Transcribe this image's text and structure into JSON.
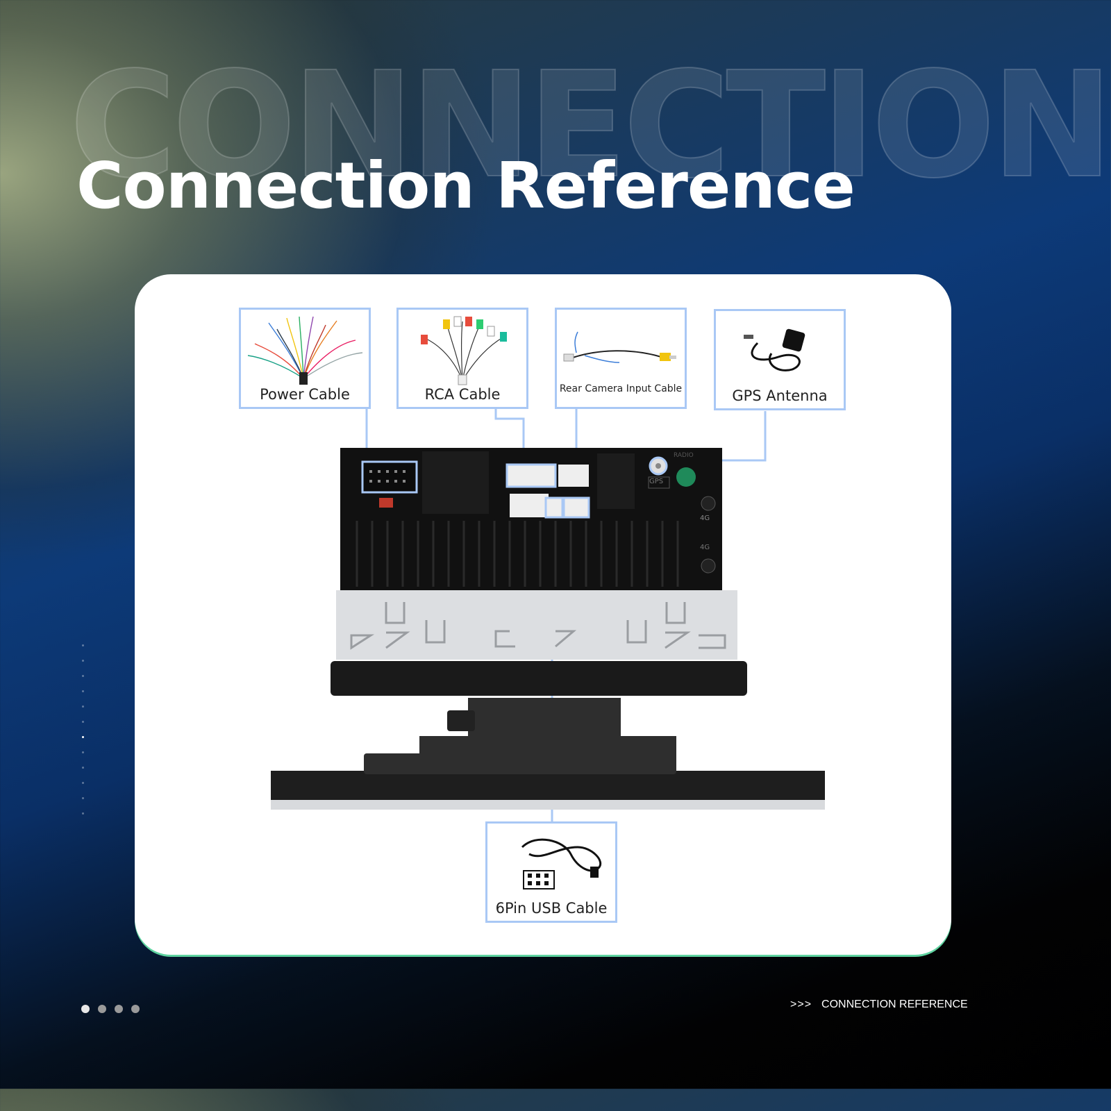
{
  "background_title": "CONNECTION REFE",
  "title": "Connection Reference",
  "labels": {
    "power_cable": "Power Cable",
    "rca_cable": "RCA Cable",
    "rear_camera": "Rear Camera Input Cable",
    "gps_antenna": "GPS Antenna",
    "usb_cable": "6Pin USB Cable"
  },
  "device": {
    "radio_label": "RADIO",
    "gps_label": "GPS",
    "label_4g_top": "4G",
    "label_4g_bottom": "4G"
  },
  "pager": {
    "count": 4,
    "active": 0
  },
  "footer": {
    "arrows": ">>>",
    "text": "CONNECTION REFERENCE"
  },
  "colors": {
    "accent": "#a9c8f5",
    "card": "#ffffff",
    "card_edge": "#5fd3a0"
  }
}
